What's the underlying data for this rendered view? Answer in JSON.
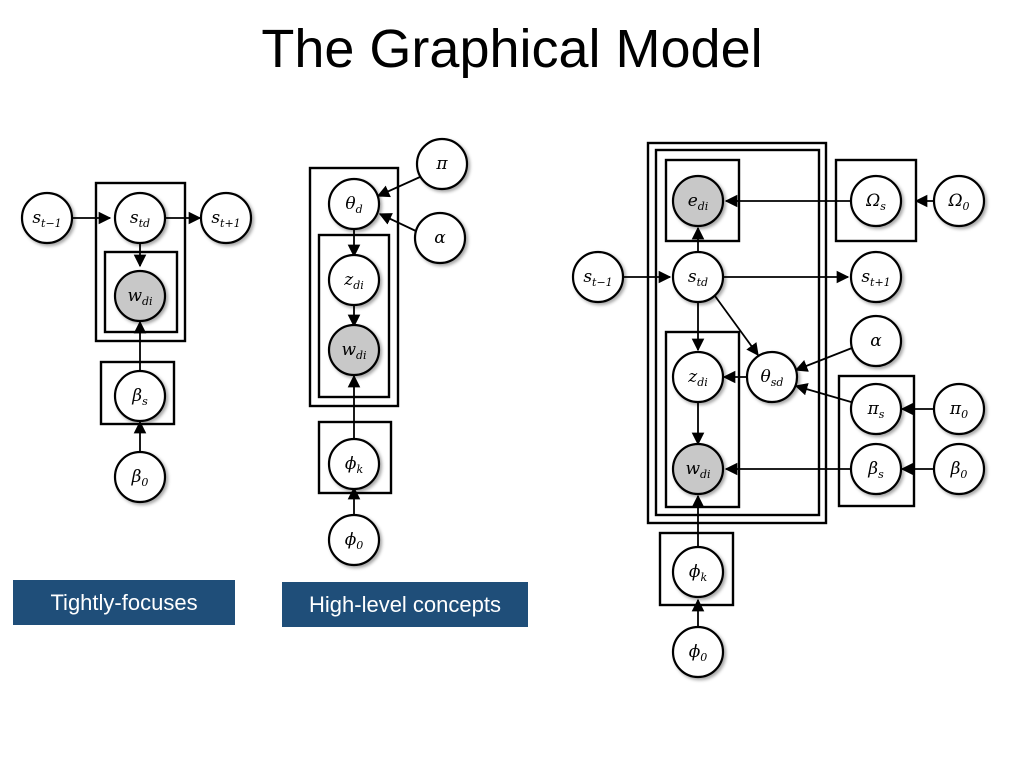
{
  "slide": {
    "title": "The Graphical Model"
  },
  "labels": {
    "left": "Tightly-focuses",
    "middle": "High-level concepts"
  },
  "colors": {
    "label_bg": "#1f4e79",
    "observed_node": "#c8c8c8",
    "latent_node": "#ffffff"
  },
  "diagrams": {
    "left": {
      "nodes": [
        {
          "id": "L_st1",
          "base": "s",
          "sub": "t−1",
          "observed": false
        },
        {
          "id": "L_std",
          "base": "s",
          "sub": "td",
          "observed": false
        },
        {
          "id": "L_stp",
          "base": "s",
          "sub": "t+1",
          "observed": false
        },
        {
          "id": "L_wdi",
          "base": "w",
          "sub": "di",
          "observed": true
        },
        {
          "id": "L_bs",
          "base": "β",
          "sub": "s",
          "observed": false
        },
        {
          "id": "L_b0",
          "base": "β",
          "sub": "0",
          "observed": false
        }
      ]
    },
    "middle": {
      "nodes": [
        {
          "id": "M_pi",
          "base": "π",
          "sub": "",
          "observed": false
        },
        {
          "id": "M_th",
          "base": "θ",
          "sub": "d",
          "observed": false
        },
        {
          "id": "M_al",
          "base": "α",
          "sub": "",
          "observed": false
        },
        {
          "id": "M_zdi",
          "base": "z",
          "sub": "di",
          "observed": false
        },
        {
          "id": "M_wdi",
          "base": "w",
          "sub": "di",
          "observed": true
        },
        {
          "id": "M_phk",
          "base": "ϕ",
          "sub": "k",
          "observed": false
        },
        {
          "id": "M_ph0",
          "base": "ϕ",
          "sub": "0",
          "observed": false
        }
      ]
    },
    "right": {
      "nodes": [
        {
          "id": "R_edi",
          "base": "e",
          "sub": "di",
          "observed": true
        },
        {
          "id": "R_Os",
          "base": "Ω",
          "sub": "s",
          "observed": false
        },
        {
          "id": "R_O0",
          "base": "Ω",
          "sub": "0",
          "observed": false
        },
        {
          "id": "R_st1",
          "base": "s",
          "sub": "t−1",
          "observed": false
        },
        {
          "id": "R_std",
          "base": "s",
          "sub": "td",
          "observed": false
        },
        {
          "id": "R_stp",
          "base": "s",
          "sub": "t+1",
          "observed": false
        },
        {
          "id": "R_al",
          "base": "α",
          "sub": "",
          "observed": false
        },
        {
          "id": "R_zdi",
          "base": "z",
          "sub": "di",
          "observed": false
        },
        {
          "id": "R_tsd",
          "base": "θ",
          "sub": "sd",
          "observed": false
        },
        {
          "id": "R_pis",
          "base": "π",
          "sub": "s",
          "observed": false
        },
        {
          "id": "R_pi0",
          "base": "π",
          "sub": "0",
          "observed": false
        },
        {
          "id": "R_wdi",
          "base": "w",
          "sub": "di",
          "observed": true
        },
        {
          "id": "R_bs",
          "base": "β",
          "sub": "s",
          "observed": false
        },
        {
          "id": "R_b0",
          "base": "β",
          "sub": "0",
          "observed": false
        },
        {
          "id": "R_phk",
          "base": "ϕ",
          "sub": "k",
          "observed": false
        },
        {
          "id": "R_ph0",
          "base": "ϕ",
          "sub": "0",
          "observed": false
        }
      ]
    }
  }
}
